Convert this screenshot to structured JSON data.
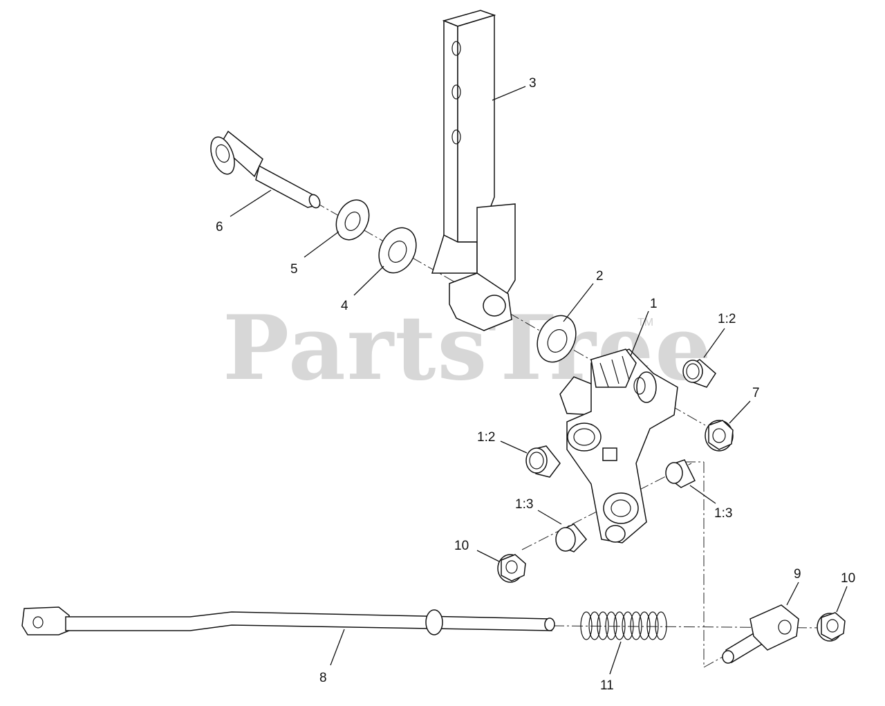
{
  "watermark": {
    "text": "PartsTree",
    "tm": "TM"
  },
  "callouts": {
    "c1": "1",
    "c2": "2",
    "c3": "3",
    "c4": "4",
    "c5": "5",
    "c6": "6",
    "c7": "7",
    "c8": "8",
    "c9": "9",
    "c10a": "10",
    "c10b": "10",
    "c11": "11",
    "c12a": "1:2",
    "c12b": "1:2",
    "c13a": "1:3",
    "c13b": "1:3"
  },
  "colors": {
    "line": "#111111",
    "watermark": "#d7d7d7",
    "background": "#ffffff"
  }
}
